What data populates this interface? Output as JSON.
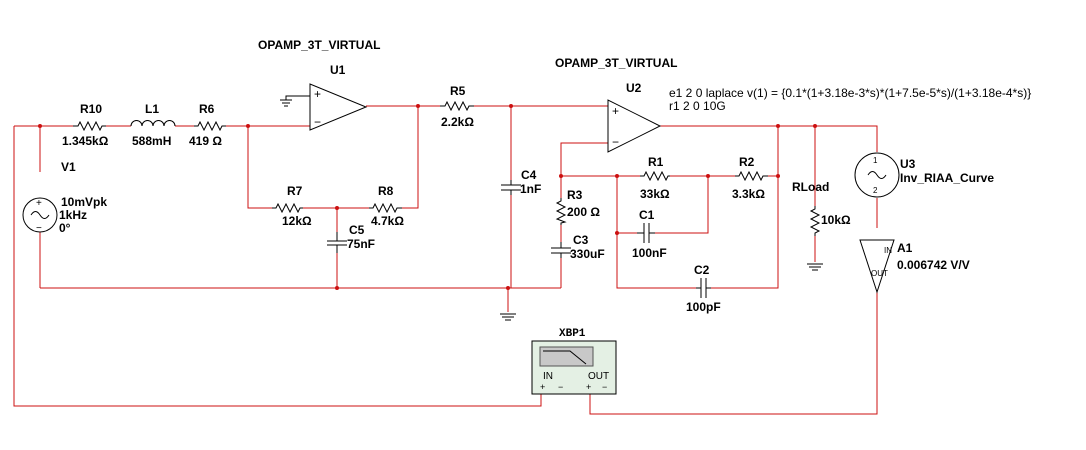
{
  "components": {
    "u1": {
      "type": "OPAMP_3T_VIRTUAL",
      "ref": "U1"
    },
    "u2": {
      "type": "OPAMP_3T_VIRTUAL",
      "ref": "U2"
    },
    "u2_spice_line1": "e1 2 0 laplace v(1) = {0.1*(1+3.18e-3*s)*(1+7.5e-5*s)/(1+3.18e-4*s)}",
    "u2_spice_line2": "r1 2 0 10G",
    "r10": {
      "ref": "R10",
      "value": "1.345kΩ"
    },
    "l1": {
      "ref": "L1",
      "value": "588mH"
    },
    "r6": {
      "ref": "R6",
      "value": "419 Ω"
    },
    "r5": {
      "ref": "R5",
      "value": "2.2kΩ"
    },
    "r7": {
      "ref": "R7",
      "value": "12kΩ"
    },
    "r8": {
      "ref": "R8",
      "value": "4.7kΩ"
    },
    "c5": {
      "ref": "C5",
      "value": "75nF"
    },
    "c4": {
      "ref": "C4",
      "value": "1nF"
    },
    "r3": {
      "ref": "R3",
      "value": "200 Ω"
    },
    "c3": {
      "ref": "C3",
      "value": "330uF"
    },
    "r1": {
      "ref": "R1",
      "value": "33kΩ"
    },
    "r2": {
      "ref": "R2",
      "value": "3.3kΩ"
    },
    "c1": {
      "ref": "C1",
      "value": "100nF"
    },
    "c2": {
      "ref": "C2",
      "value": "100pF"
    },
    "rload": {
      "ref": "RLoad",
      "value": "10kΩ"
    },
    "v1": {
      "ref": "V1",
      "amp": "10mVpk",
      "freq": "1kHz",
      "phase": "0°"
    },
    "u3": {
      "ref": "U3",
      "name": "Inv_RIAA_Curve"
    },
    "a1": {
      "ref": "A1",
      "gain": "0.006742 V/V"
    },
    "xbp1": {
      "ref": "XBP1",
      "in_label": "IN",
      "out_label": "OUT"
    }
  },
  "colors": {
    "wire": "#cc1010",
    "part": "#000000",
    "instrument_bg": "#e4f0e4"
  }
}
